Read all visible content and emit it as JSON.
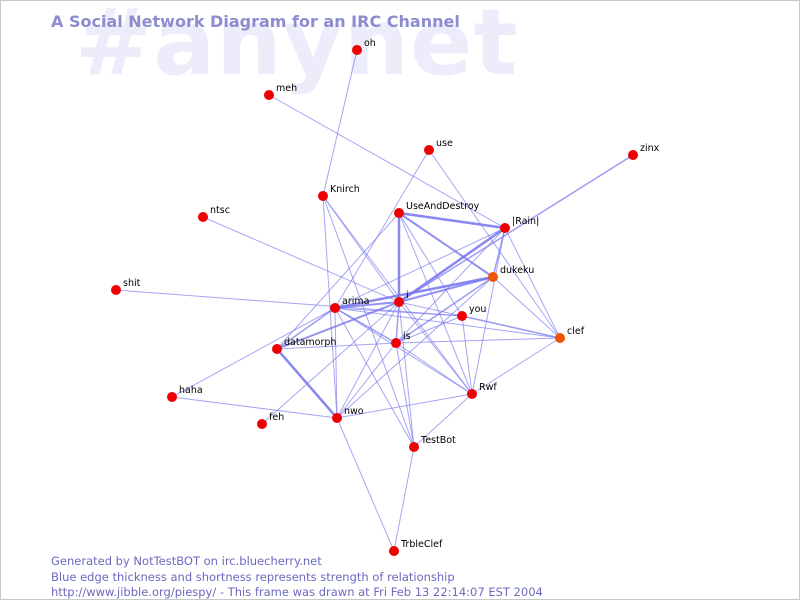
{
  "watermark": "#anynet",
  "title": "A Social Network Diagram for an IRC Channel",
  "footer": {
    "line1": "Generated by NotTestBOT on irc.bluecherry.net",
    "line2": "Blue edge thickness and shortness represents strength of relationship",
    "line3": "http://www.jibble.org/piespy/ - This frame was drawn at Fri Feb 13 22:14:07 EST 2004"
  },
  "colors": {
    "node_default": "#ee0000",
    "node_highlight": "#ee5500",
    "edge": "#7777ee",
    "title": "#8c8cd0",
    "watermark": "#ececfb"
  },
  "nodes": [
    {
      "id": "oh",
      "label": "oh",
      "color": "default"
    },
    {
      "id": "meh",
      "label": "meh",
      "color": "default"
    },
    {
      "id": "use",
      "label": "use",
      "color": "default"
    },
    {
      "id": "zinx",
      "label": "zinx",
      "color": "default"
    },
    {
      "id": "knirch",
      "label": "Knirch",
      "color": "default"
    },
    {
      "id": "useanddestroy",
      "label": "UseAndDestroy",
      "color": "default"
    },
    {
      "id": "rain",
      "label": "|Rain|",
      "color": "default"
    },
    {
      "id": "ntsc",
      "label": "ntsc",
      "color": "default"
    },
    {
      "id": "dukeku",
      "label": "dukeku",
      "color": "highlight"
    },
    {
      "id": "shit",
      "label": "shit",
      "color": "default"
    },
    {
      "id": "arima",
      "label": "arima",
      "color": "default"
    },
    {
      "id": "i",
      "label": "i",
      "color": "default"
    },
    {
      "id": "you",
      "label": "you",
      "color": "default"
    },
    {
      "id": "clef",
      "label": "clef",
      "color": "highlight"
    },
    {
      "id": "is",
      "label": "is",
      "color": "default"
    },
    {
      "id": "datamorph",
      "label": "datamorph",
      "color": "default"
    },
    {
      "id": "haha",
      "label": "haha",
      "color": "default"
    },
    {
      "id": "rwf",
      "label": "Rwf",
      "color": "default"
    },
    {
      "id": "feh",
      "label": "feh",
      "color": "default"
    },
    {
      "id": "nwo",
      "label": "nwo",
      "color": "default"
    },
    {
      "id": "testbot",
      "label": "TestBot",
      "color": "default"
    },
    {
      "id": "trbleclef",
      "label": "TrbleClef",
      "color": "default"
    }
  ],
  "edges": [
    {
      "a": "oh",
      "b": "knirch",
      "weight": 1
    },
    {
      "a": "meh",
      "b": "rain",
      "weight": 1
    },
    {
      "a": "use",
      "b": "arima",
      "weight": 1
    },
    {
      "a": "use",
      "b": "clef",
      "weight": 1
    },
    {
      "a": "zinx",
      "b": "i",
      "weight": 1.5
    },
    {
      "a": "knirch",
      "b": "i",
      "weight": 1
    },
    {
      "a": "knirch",
      "b": "nwo",
      "weight": 1
    },
    {
      "a": "knirch",
      "b": "rwf",
      "weight": 1
    },
    {
      "a": "knirch",
      "b": "testbot",
      "weight": 1
    },
    {
      "a": "ntsc",
      "b": "i",
      "weight": 1
    },
    {
      "a": "shit",
      "b": "you",
      "weight": 1
    },
    {
      "a": "useanddestroy",
      "b": "rain",
      "weight": 2.5
    },
    {
      "a": "useanddestroy",
      "b": "i",
      "weight": 2.5
    },
    {
      "a": "useanddestroy",
      "b": "dukeku",
      "weight": 2
    },
    {
      "a": "useanddestroy",
      "b": "you",
      "weight": 1
    },
    {
      "a": "useanddestroy",
      "b": "rwf",
      "weight": 1
    },
    {
      "a": "useanddestroy",
      "b": "datamorph",
      "weight": 1
    },
    {
      "a": "rain",
      "b": "i",
      "weight": 2.5
    },
    {
      "a": "rain",
      "b": "dukeku",
      "weight": 1.5
    },
    {
      "a": "rain",
      "b": "is",
      "weight": 1
    },
    {
      "a": "rain",
      "b": "rwf",
      "weight": 1
    },
    {
      "a": "rain",
      "b": "clef",
      "weight": 1
    },
    {
      "a": "rain",
      "b": "arima",
      "weight": 1
    },
    {
      "a": "dukeku",
      "b": "arima",
      "weight": 2.5
    },
    {
      "a": "dukeku",
      "b": "i",
      "weight": 2
    },
    {
      "a": "dukeku",
      "b": "is",
      "weight": 1.5
    },
    {
      "a": "dukeku",
      "b": "clef",
      "weight": 1
    },
    {
      "a": "dukeku",
      "b": "nwo",
      "weight": 1
    },
    {
      "a": "arima",
      "b": "i",
      "weight": 2
    },
    {
      "a": "arima",
      "b": "you",
      "weight": 1
    },
    {
      "a": "arima",
      "b": "is",
      "weight": 1.5
    },
    {
      "a": "arima",
      "b": "datamorph",
      "weight": 1.5
    },
    {
      "a": "arima",
      "b": "haha",
      "weight": 1
    },
    {
      "a": "arima",
      "b": "nwo",
      "weight": 1
    },
    {
      "a": "arima",
      "b": "rwf",
      "weight": 1
    },
    {
      "a": "arima",
      "b": "testbot",
      "weight": 1
    },
    {
      "a": "arima",
      "b": "clef",
      "weight": 1
    },
    {
      "a": "i",
      "b": "is",
      "weight": 1.5
    },
    {
      "a": "i",
      "b": "datamorph",
      "weight": 2
    },
    {
      "a": "i",
      "b": "you",
      "weight": 1
    },
    {
      "a": "i",
      "b": "nwo",
      "weight": 1
    },
    {
      "a": "i",
      "b": "testbot",
      "weight": 1
    },
    {
      "a": "i",
      "b": "rwf",
      "weight": 1
    },
    {
      "a": "i",
      "b": "feh",
      "weight": 1
    },
    {
      "a": "you",
      "b": "clef",
      "weight": 1.5
    },
    {
      "a": "you",
      "b": "is",
      "weight": 1
    },
    {
      "a": "you",
      "b": "rwf",
      "weight": 1
    },
    {
      "a": "is",
      "b": "clef",
      "weight": 1
    },
    {
      "a": "is",
      "b": "nwo",
      "weight": 1
    },
    {
      "a": "is",
      "b": "rwf",
      "weight": 1
    },
    {
      "a": "is",
      "b": "testbot",
      "weight": 1
    },
    {
      "a": "is",
      "b": "datamorph",
      "weight": 1
    },
    {
      "a": "datamorph",
      "b": "nwo",
      "weight": 2.5
    },
    {
      "a": "haha",
      "b": "nwo",
      "weight": 1
    },
    {
      "a": "nwo",
      "b": "rwf",
      "weight": 1
    },
    {
      "a": "nwo",
      "b": "trbleclef",
      "weight": 1
    },
    {
      "a": "testbot",
      "b": "trbleclef",
      "weight": 1
    },
    {
      "a": "testbot",
      "b": "rwf",
      "weight": 1
    },
    {
      "a": "rwf",
      "b": "clef",
      "weight": 1
    }
  ]
}
